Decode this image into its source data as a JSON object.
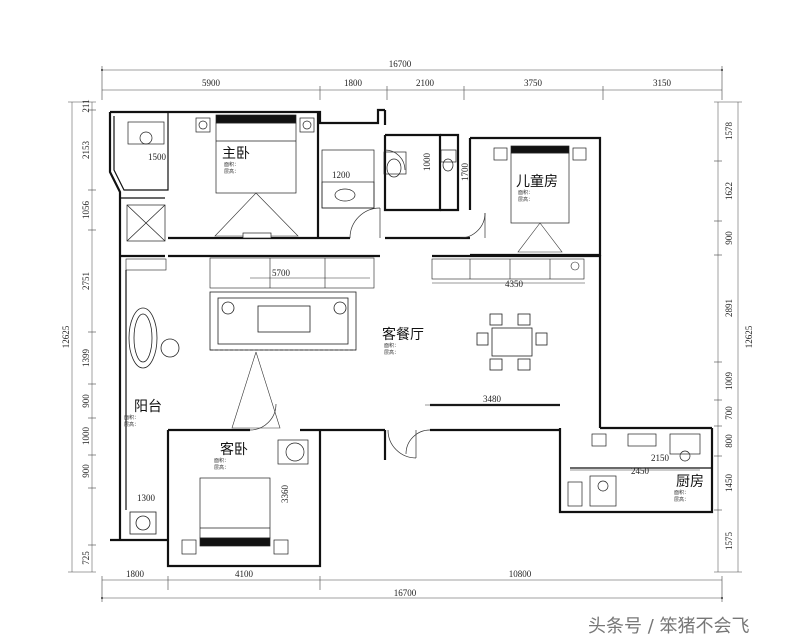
{
  "dimensions": {
    "top_total": "16700",
    "top": [
      "5900",
      "1800",
      "2100",
      "3750",
      "3150"
    ],
    "bottom": [
      "1800",
      "4100",
      "10800"
    ],
    "bottom_total": "16700",
    "left": [
      "211",
      "2153",
      "1056",
      "2751",
      "1399",
      "900",
      "1000",
      "900",
      "725"
    ],
    "left_total": "12625",
    "right": [
      "1578",
      "1622",
      "900",
      "2891",
      "1009",
      "700",
      "800",
      "1450",
      "1575"
    ],
    "right_total": "12625",
    "inner": [
      "1500",
      "1200",
      "1000",
      "1700",
      "5700",
      "4350",
      "3480",
      "2450",
      "3360",
      "1300",
      "2150"
    ]
  },
  "rooms": {
    "master": "主卧",
    "children": "儿童房",
    "living": "客餐厅",
    "balcony": "阳台",
    "guest": "客卧",
    "kitchen": "厨房"
  },
  "notes": {
    "area": "面积：",
    "height": "层高："
  },
  "watermark": "头条号 / 笨猪不会飞"
}
